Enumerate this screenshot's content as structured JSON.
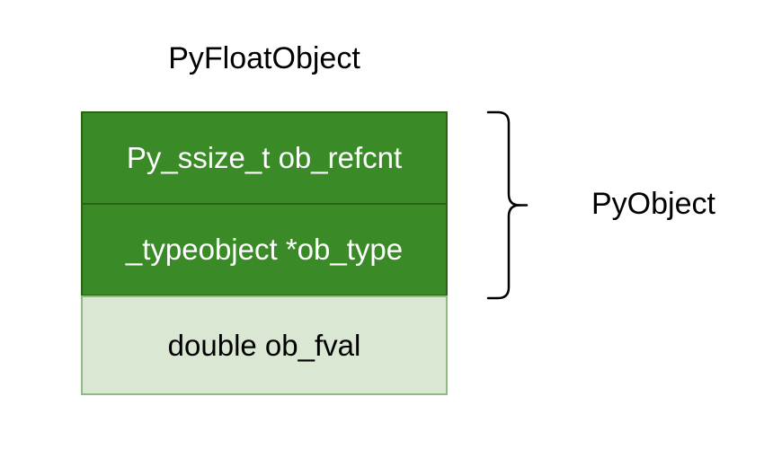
{
  "diagram": {
    "title": "PyFloatObject",
    "struct": {
      "fields": [
        {
          "label": "Py_ssize_t ob_refcnt",
          "style": "dark"
        },
        {
          "label": "_typeobject *ob_type",
          "style": "dark"
        },
        {
          "label": "double ob_fval",
          "style": "light"
        }
      ]
    },
    "brace_label": "PyObject",
    "colors": {
      "field_dark_fill": "#3B8A28",
      "field_dark_border": "#2B6313",
      "field_light_fill": "#DAE7D3",
      "field_light_border": "#8FBA80",
      "text_on_dark": "#FFFFFF",
      "text_on_light": "#000000",
      "brace_stroke": "#000000",
      "background": "#FFFFFF"
    }
  }
}
